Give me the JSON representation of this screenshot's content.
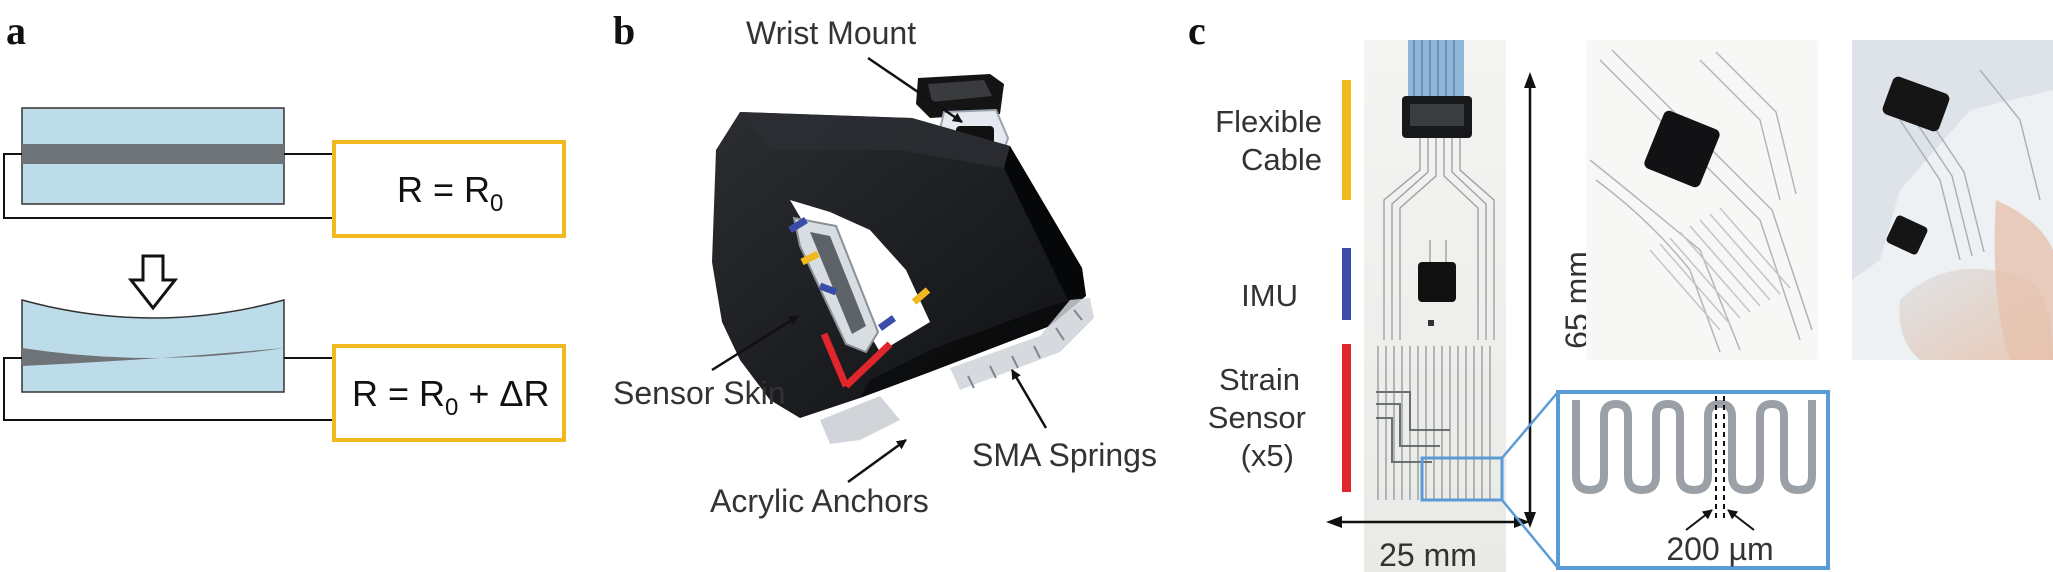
{
  "panels": {
    "a": {
      "letter": "a",
      "eq_top": {
        "left": "R = R",
        "sub": "0",
        "right": ""
      },
      "eq_bottom": {
        "left": "R = R",
        "sub": "0",
        "right": " + ΔR"
      }
    },
    "b": {
      "letter": "b",
      "labels": {
        "wrist_mount": "Wrist Mount",
        "sensor_skin": "Sensor Skin",
        "acrylic_anchors": "Acrylic Anchors",
        "sma_springs": "SMA Springs"
      }
    },
    "c": {
      "letter": "c",
      "labels": {
        "flexible_line1": "Flexible",
        "flexible_line2": "Cable",
        "imu": "IMU",
        "strain_line1": "Strain",
        "strain_line2": "Sensor",
        "strain_line3": "(x5)",
        "height": "65 mm",
        "width": "25 mm",
        "gap": "200 µm"
      }
    }
  },
  "colors": {
    "accent_yellow": "#f2b81f",
    "accent_blue": "#3b4ba8",
    "accent_red": "#e0262b",
    "inset_blue": "#5b9bd5",
    "glass": "#bcdcea",
    "trace": "#6d7377"
  }
}
